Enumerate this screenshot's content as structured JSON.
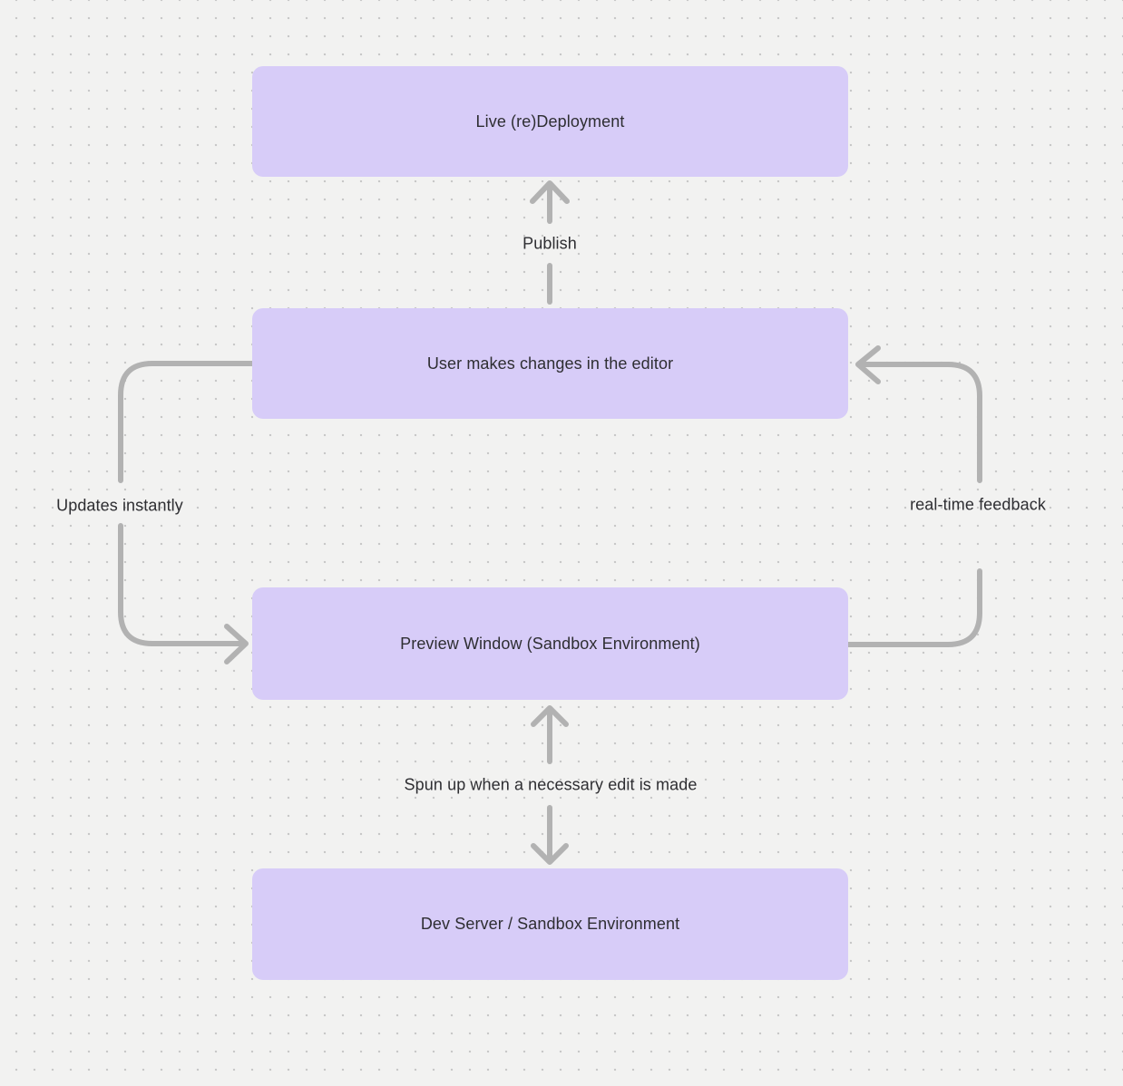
{
  "canvas": {
    "background_color": "#f2f2f1",
    "dot_color": "#c8c8c8",
    "node_fill_color": "#d7ccf8",
    "edge_color": "#b2b2b2",
    "text_color": "#2e2e32"
  },
  "nodes": [
    {
      "id": "live-deployment",
      "label": "Live (re)Deployment"
    },
    {
      "id": "user-editor",
      "label": "User makes changes in the editor"
    },
    {
      "id": "preview-window",
      "label": "Preview Window (Sandbox Environment)"
    },
    {
      "id": "dev-server",
      "label": "Dev Server / Sandbox Environment"
    }
  ],
  "edges": [
    {
      "id": "publish",
      "label": "Publish",
      "from": "user-editor",
      "to": "live-deployment",
      "direction": "up"
    },
    {
      "id": "updates-instantly",
      "label": "Updates instantly",
      "from": "user-editor",
      "to": "preview-window",
      "direction": "down-left-loop"
    },
    {
      "id": "real-time-feedback",
      "label": "real-time feedback",
      "from": "preview-window",
      "to": "user-editor",
      "direction": "up-right-loop"
    },
    {
      "id": "spun-up",
      "label": "Spun up when a necessary edit is made",
      "from": "preview-window",
      "to": "dev-server",
      "direction": "bidirectional"
    }
  ]
}
